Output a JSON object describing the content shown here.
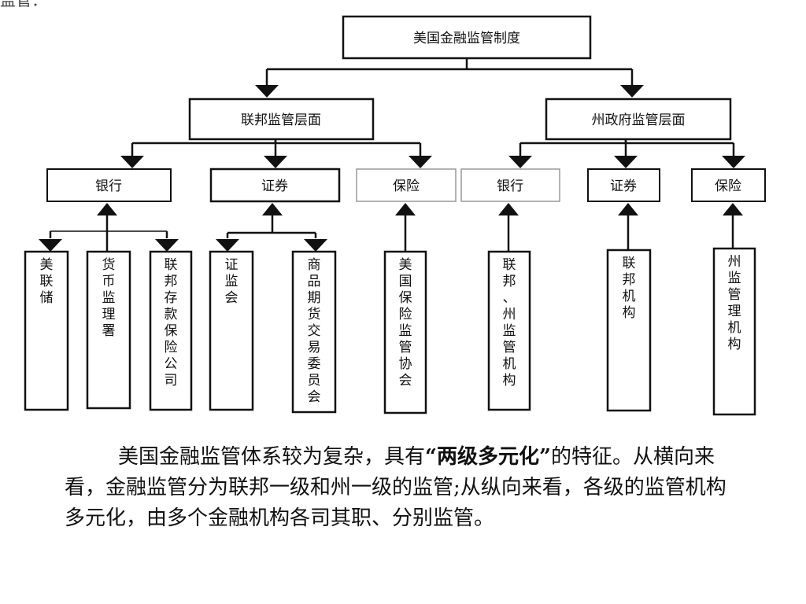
{
  "corner_fragment": "监管：",
  "root": "美国金融监管制度",
  "level1": [
    "联邦监管层面",
    "州政府监管层面"
  ],
  "level2": [
    "银行",
    "证券",
    "保险",
    "银行",
    "证券",
    "保险"
  ],
  "leaves": [
    {
      "label": "美联储",
      "chars": [
        "美",
        "联",
        "储"
      ]
    },
    {
      "label": "货币监理署",
      "chars": [
        "货",
        "币",
        "监",
        "理",
        "署"
      ]
    },
    {
      "label": "联邦存款保险公司",
      "chars": [
        "联",
        "邦",
        "存",
        "款",
        "保",
        "险",
        "公",
        "司"
      ]
    },
    {
      "label": "证监会",
      "chars": [
        "证",
        "监",
        "会"
      ]
    },
    {
      "label": "商品期货交易委员会",
      "chars": [
        "商",
        "品",
        "期",
        "货",
        "交",
        "易",
        "委",
        "员",
        "会"
      ]
    },
    {
      "label": "美国保险监管协会",
      "chars": [
        "美",
        "国",
        "保",
        "险",
        "监",
        "管",
        "协",
        "会"
      ]
    },
    {
      "label": "联邦、州监管机构",
      "chars": [
        "联",
        "邦",
        "、",
        "州",
        "监",
        "管",
        "机",
        "构"
      ]
    },
    {
      "label": "联邦机构",
      "chars": [
        "联",
        "邦",
        "机",
        "构"
      ]
    },
    {
      "label": "州监管理机构",
      "chars": [
        "州",
        "监",
        "管",
        "理",
        "机",
        "构"
      ]
    }
  ],
  "caption": {
    "part1": "美国金融监管体系较为复杂，具有",
    "emphasis": "“两级多元化”",
    "part2": "的特征。从横向来看，金融监管分为联邦一级和州一级的监管;从纵向来看，各级的监管机构多元化，由多个金融机构各司其职、分别监管。"
  }
}
